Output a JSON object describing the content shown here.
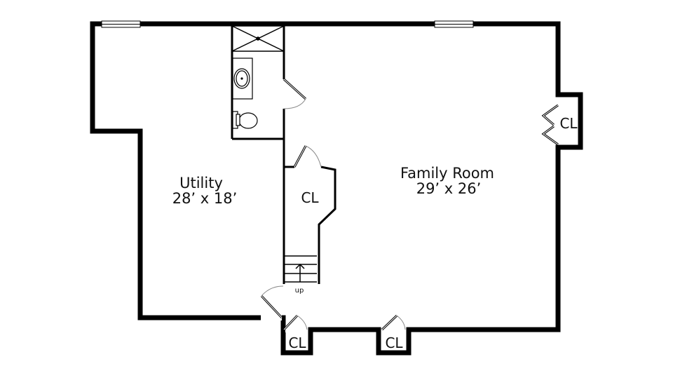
{
  "rooms": {
    "utility": {
      "name": "Utility",
      "dims": "28’ x 18’"
    },
    "family_room": {
      "name": "Family Room",
      "dims": "29’ x 26’"
    },
    "closet_center": "CL",
    "closet_right": "CL",
    "closet_bottom_left": "CL",
    "closet_bottom_right": "CL"
  },
  "stairs": {
    "label": "up"
  }
}
